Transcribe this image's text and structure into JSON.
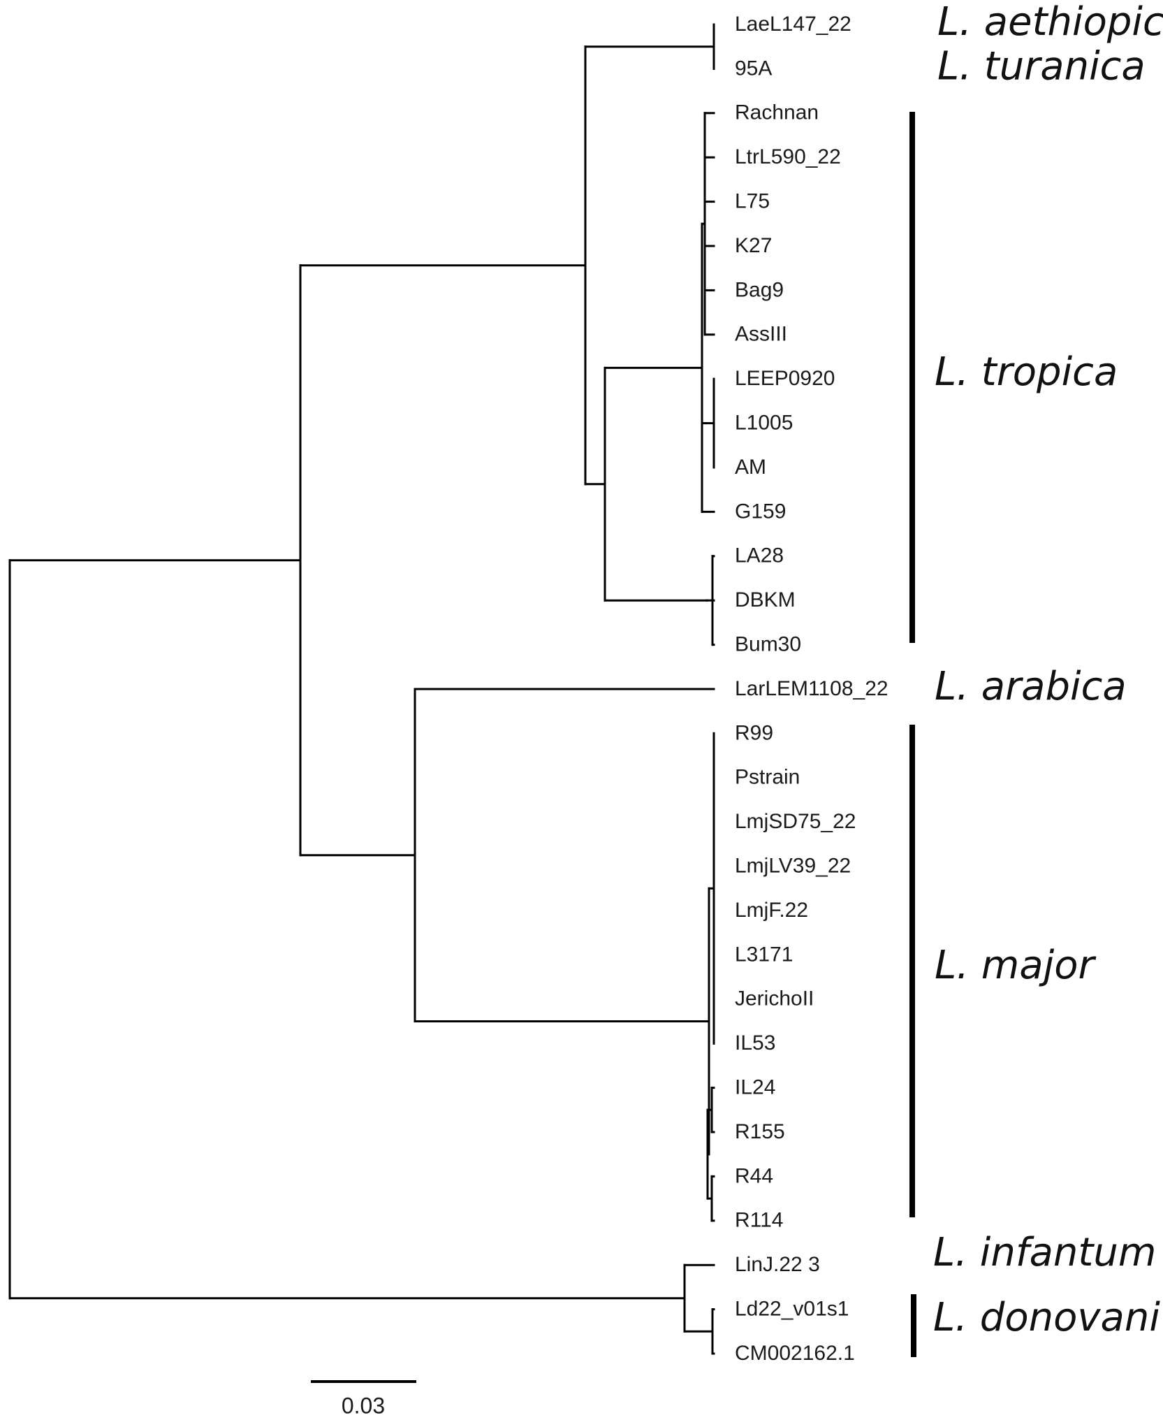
{
  "leaves": [
    "LaeL147_22",
    "95A",
    "Rachnan",
    "LtrL590_22",
    "L75",
    "K27",
    "Bag9",
    "AssIII",
    "LEEP0920",
    "L1005",
    "AM",
    "G159",
    "LA28",
    "DBKM",
    "Bum30",
    "LarLEM1108_22",
    "R99",
    "Pstrain",
    "LmjSD75_22",
    "LmjLV39_22",
    "LmjF.22",
    "L3171",
    "JerichoII",
    "IL53",
    "IL24",
    "R155",
    "R44",
    "R114",
    "LinJ.22 3",
    "Ld22_v01s1",
    "CM002162.1"
  ],
  "species": [
    {
      "label": "L. aethiopica"
    },
    {
      "label": "L. turanica"
    },
    {
      "label": "L. tropica"
    },
    {
      "label": "L. arabica"
    },
    {
      "label": "L. major"
    },
    {
      "label": "L. infantum"
    },
    {
      "label": "L. donovani"
    }
  ],
  "scale_bar": {
    "label": "0.03",
    "value": 0.03
  }
}
